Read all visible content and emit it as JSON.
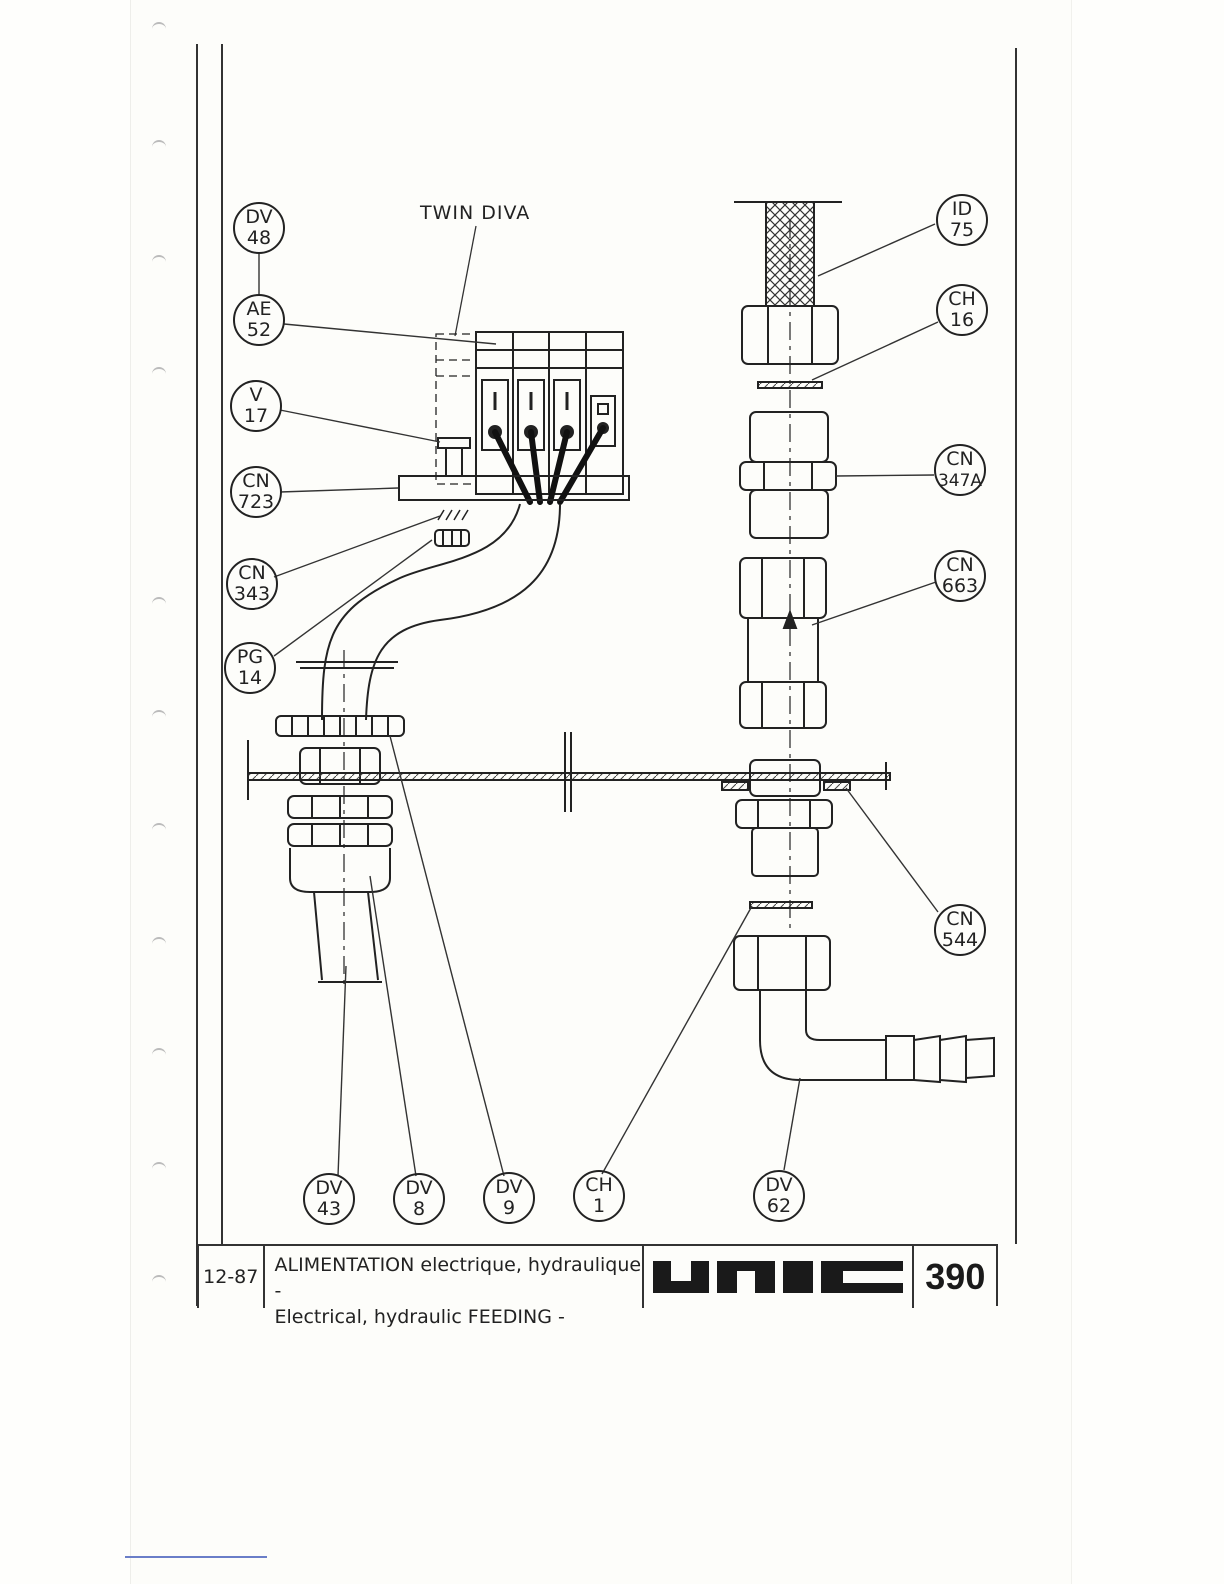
{
  "diagram": {
    "heading_label": "TWIN DIVA",
    "callouts": [
      {
        "id": "dv48",
        "line1": "DV",
        "line2": "48"
      },
      {
        "id": "ae52",
        "line1": "AE",
        "line2": "52"
      },
      {
        "id": "v17",
        "line1": "V",
        "line2": "17"
      },
      {
        "id": "cn723",
        "line1": "CN",
        "line2": "723"
      },
      {
        "id": "cn343",
        "line1": "CN",
        "line2": "343"
      },
      {
        "id": "pg14",
        "line1": "PG",
        "line2": "14"
      },
      {
        "id": "id75",
        "line1": "ID",
        "line2": "75"
      },
      {
        "id": "ch16",
        "line1": "CH",
        "line2": "16"
      },
      {
        "id": "cn347a",
        "line1": "CN",
        "line2": "347A"
      },
      {
        "id": "cn663",
        "line1": "CN",
        "line2": "663"
      },
      {
        "id": "cn544",
        "line1": "CN",
        "line2": "544"
      },
      {
        "id": "dv43",
        "line1": "DV",
        "line2": "43"
      },
      {
        "id": "dv8",
        "line1": "DV",
        "line2": "8"
      },
      {
        "id": "dv9",
        "line1": "DV",
        "line2": "9"
      },
      {
        "id": "ch1",
        "line1": "CH",
        "line2": "1"
      },
      {
        "id": "dv62",
        "line1": "DV",
        "line2": "62"
      }
    ]
  },
  "title_block": {
    "date": "12-87",
    "title_fr": "ALIMENTATION electrique, hydraulique -",
    "title_en": "Electrical, hydraulic FEEDING -",
    "logo_text": "UNIC",
    "page_number": "390"
  }
}
